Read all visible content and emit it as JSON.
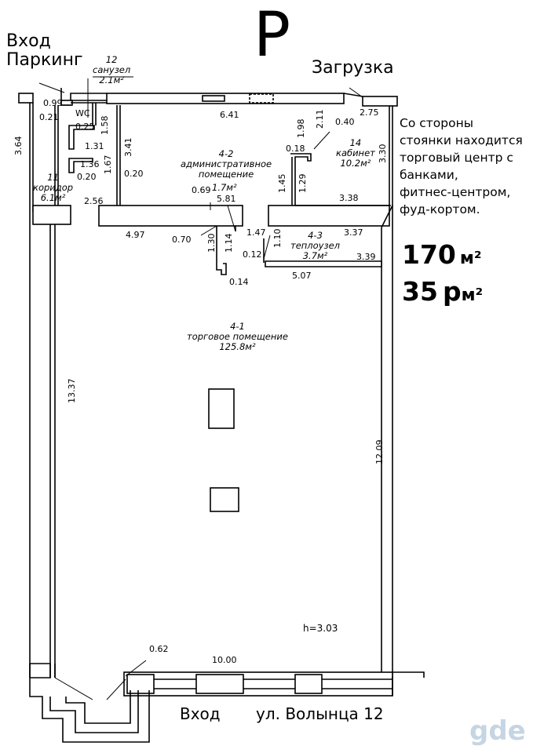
{
  "plan_letter": "Р",
  "entrance_parking_line1": "Вход",
  "entrance_parking_line2": "Паркинг",
  "loading_label": "Загрузка",
  "description_lines": [
    "Со стороны",
    "стоянки находится",
    "торговый центр с",
    "банками,",
    "фитнес-центром,",
    "фуд-кортом."
  ],
  "area": {
    "value": "170",
    "unit": "м²"
  },
  "price": {
    "value": "35",
    "unit": "р",
    "per": "м²"
  },
  "bottom_entrance_label": "Вход",
  "address_label": "ул. Волынца 12",
  "watermark": "gde",
  "rooms": {
    "wc_num": "12",
    "wc_name": "санузел",
    "wc_area": "2.1м²",
    "wc_mark": "WC",
    "corridor_num": "11",
    "corridor_name": "коридор",
    "corridor_area": "6.1м²",
    "admin_num": "4-2",
    "admin_name1": "административное",
    "admin_name2": "помещение",
    "admin_area": "1.7м²",
    "office_num": "14",
    "office_name": "кабинет",
    "office_area": "10.2м²",
    "heat_num": "4-3",
    "heat_name": "теплоузел",
    "heat_area": "3.7м²",
    "sales_num": "4-1",
    "sales_name": "торговое помещение",
    "sales_area": "125.8м²",
    "height": "h=3.03"
  },
  "dimensions": {
    "d099": "0.99",
    "d021": "0.21",
    "d025": "0.25",
    "d158": "1.58",
    "d641": "6.41",
    "d198": "1.98",
    "d211": "2.11",
    "d040": "0.40",
    "d275": "2.75",
    "d364": "3.64",
    "d131": "1.31",
    "d341": "3.41",
    "d018": "0.18",
    "d136": "1.36",
    "d020a": "0.20",
    "d167": "1.67",
    "d020b": "0.20",
    "d069": "0.69",
    "d581": "5.81",
    "d145": "1.45",
    "d129": "1.29",
    "d338": "3.38",
    "d330": "3.30",
    "d256": "2.56",
    "d497": "4.97",
    "d070": "0.70",
    "d130": "1.30",
    "d114": "1.14",
    "d147": "1.47",
    "d110": "1.10",
    "d337": "3.37",
    "d012": "0.12",
    "d339": "3.39",
    "d507": "5.07",
    "d014": "0.14",
    "d1337": "13.37",
    "d1209": "12.09",
    "d062": "0.62",
    "d1000": "10.00"
  }
}
